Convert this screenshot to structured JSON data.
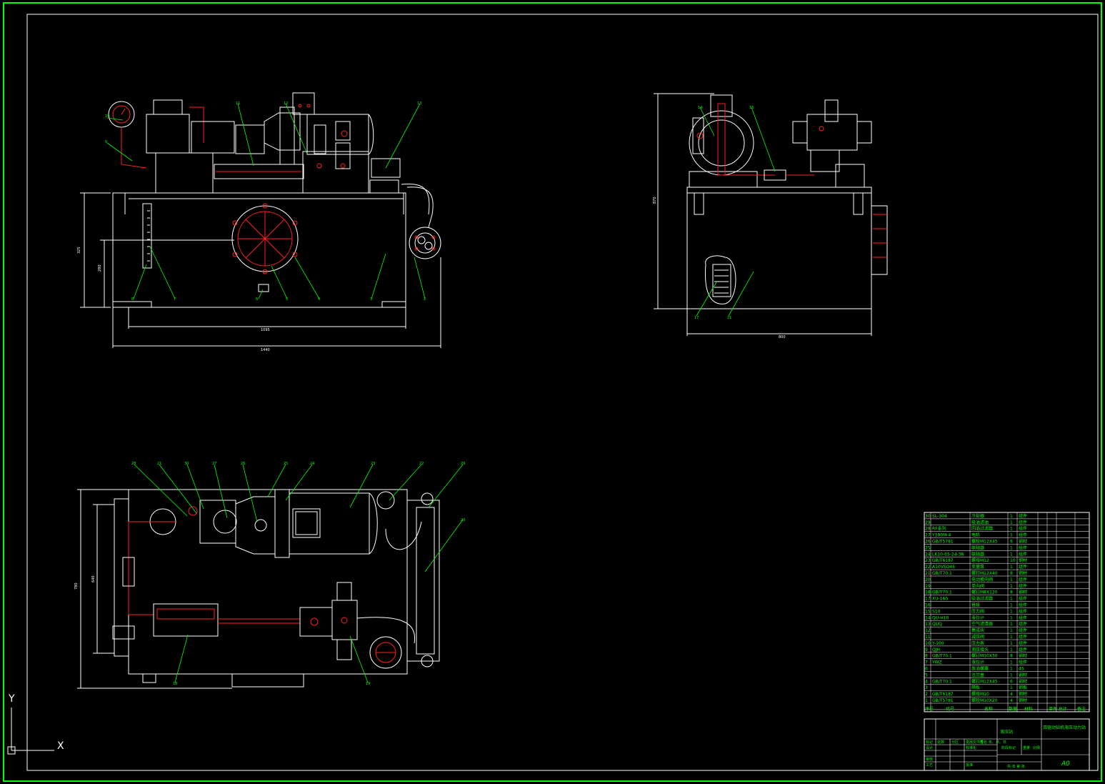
{
  "drawing": {
    "border_color": "#00ff00",
    "line_color": "#ffffff",
    "accent_color": "#ff2020"
  },
  "views": {
    "front": {
      "dimensions": [
        "325",
        "280",
        "1095",
        "1440"
      ],
      "callouts": [
        "10",
        "9",
        "11",
        "12",
        "13",
        "8",
        "7",
        "6",
        "5",
        "4",
        "3",
        "2"
      ]
    },
    "side": {
      "dimensions": [
        "870",
        "800"
      ],
      "callouts": [
        "14",
        "15",
        "17",
        "21"
      ]
    },
    "top": {
      "dimensions": [
        "780",
        "640"
      ],
      "callouts": [
        "28",
        "21",
        "30",
        "27",
        "26",
        "25",
        "24",
        "23",
        "22",
        "29",
        "20",
        "18",
        "19"
      ]
    }
  },
  "axis": {
    "x_label": "X",
    "y_label": "Y"
  },
  "bom": {
    "rows": [
      {
        "no": "30",
        "code": "SL-304",
        "name": "冷却器",
        "qty": "1",
        "mat": "组件"
      },
      {
        "no": "29",
        "code": "",
        "name": "吸油滤油",
        "qty": "1",
        "mat": "组件"
      },
      {
        "no": "28",
        "code": "RF系列",
        "name": "回油过滤器",
        "qty": "1",
        "mat": "组件"
      },
      {
        "no": "27",
        "code": "Y180M-4",
        "name": "电机",
        "qty": "1",
        "mat": "组件"
      },
      {
        "no": "26",
        "code": "GB/T5781",
        "name": "螺栓M12X45",
        "qty": "6",
        "mat": "钢材"
      },
      {
        "no": "25",
        "code": "",
        "name": "联轴器",
        "qty": "1",
        "mat": "组件"
      },
      {
        "no": "24",
        "code": "LK10-65-24-38",
        "name": "联轴器",
        "qty": "1",
        "mat": "组件"
      },
      {
        "no": "23",
        "code": "GB/T6187",
        "name": "螺母M12",
        "qty": "10",
        "mat": "钢材"
      },
      {
        "no": "22",
        "code": "A10VSO45",
        "name": "变量泵",
        "qty": "1",
        "mat": "组件"
      },
      {
        "no": "21",
        "code": "GB/T70.1",
        "name": "螺钉M12X40",
        "qty": "8",
        "mat": "钢材"
      },
      {
        "no": "20",
        "code": "",
        "name": "电动换向阀",
        "qty": "1",
        "mat": "组件"
      },
      {
        "no": "19",
        "code": "",
        "name": "单向阀",
        "qty": "1",
        "mat": "组件"
      },
      {
        "no": "18",
        "code": "GB/T70.1",
        "name": "螺钉M8X120",
        "qty": "8",
        "mat": "钢材"
      },
      {
        "no": "17",
        "code": "XU-160",
        "name": "吸油过滤器",
        "qty": "1",
        "mat": "组件"
      },
      {
        "no": "16",
        "code": "",
        "name": "管接",
        "qty": "1",
        "mat": "组件"
      },
      {
        "no": "15",
        "code": "S10",
        "name": "压力阀",
        "qty": "1",
        "mat": "组件"
      },
      {
        "no": "14",
        "code": "QU-H10",
        "name": "液位计",
        "qty": "1",
        "mat": "组件"
      },
      {
        "no": "13",
        "code": "QUQ",
        "name": "空气滤清器",
        "qty": "1",
        "mat": "组件"
      },
      {
        "no": "12",
        "code": "",
        "name": "集成块",
        "qty": "1",
        "mat": "组件"
      },
      {
        "no": "11",
        "code": "",
        "name": "减压阀",
        "qty": "1",
        "mat": "组件"
      },
      {
        "no": "10",
        "code": "Y-100",
        "name": "压力表",
        "qty": "1",
        "mat": "组件"
      },
      {
        "no": "9",
        "code": "QJH",
        "name": "测压接头",
        "qty": "1",
        "mat": "组件"
      },
      {
        "no": "8",
        "code": "GB/T70.1",
        "name": "螺钉M10X30",
        "qty": "8",
        "mat": "钢材"
      },
      {
        "no": "7",
        "code": "YWZ",
        "name": "液位计",
        "qty": "1",
        "mat": "组件"
      },
      {
        "no": "6",
        "code": "",
        "name": "放油螺塞",
        "qty": "1",
        "mat": "45"
      },
      {
        "no": "5",
        "code": "",
        "name": "法兰盖",
        "qty": "1",
        "mat": "钢材"
      },
      {
        "no": "4",
        "code": "GB/T70.1",
        "name": "螺钉M12X45",
        "qty": "6",
        "mat": "钢材"
      },
      {
        "no": "3",
        "code": "",
        "name": "隔板",
        "qty": "1",
        "mat": "钢板"
      },
      {
        "no": "2",
        "code": "GB/T6187",
        "name": "螺母M10",
        "qty": "4",
        "mat": "钢材"
      },
      {
        "no": "1",
        "code": "GB/T5781",
        "name": "螺栓M10X20",
        "qty": "4",
        "mat": "钢材"
      }
    ],
    "header": {
      "no": "序号",
      "code": "代号",
      "name": "名称",
      "qty": "数量",
      "mat": "材料",
      "weight": "单件 总计",
      "note": "备注"
    }
  },
  "title_block": {
    "drawing_title": "双驱动钻机液压动力站",
    "part_name": "液压站",
    "sheet_size": "A0",
    "labels": [
      "标记",
      "处数",
      "分区",
      "更改文件号",
      "签名",
      "年、月、日",
      "设计",
      "标准化",
      "审核",
      "工艺",
      "批准",
      "阶段标记",
      "重量",
      "比例",
      "共 张 第 张"
    ]
  }
}
